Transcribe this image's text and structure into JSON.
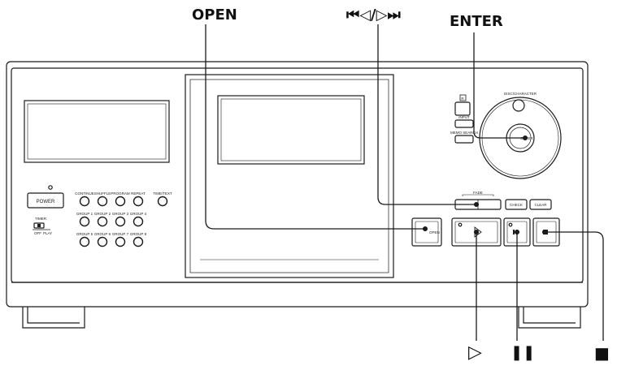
{
  "callouts": {
    "open": "OPEN",
    "skip": "⏮◁/▷⏭",
    "enter": "ENTER",
    "play": "▷",
    "pause": "❚❚",
    "stop": "■"
  },
  "panel": {
    "power": "POWER",
    "timer": "TIMER",
    "timer_off": "OFF",
    "timer_play": "PLAY",
    "mode_buttons": [
      "CONTINUE",
      "SHUFFLE",
      "PROGRAM",
      "REPEAT",
      "TIME/TEXT"
    ],
    "group_row1": [
      "GROUP 1",
      "GROUP 2",
      "GROUP 3",
      "GROUP 4"
    ],
    "group_row2": [
      "GROUP 5",
      "GROUP 6",
      "GROUP 7",
      "GROUP 8"
    ],
    "disc_character": "DISC/CHARACTER",
    "enter_button": "ENTER",
    "input": "INPUT",
    "memo_search": "MEMO SEARCH",
    "r_button": "R",
    "fade": "FADE",
    "check": "CHECK",
    "clear": "CLEAR",
    "open_button": "OPEN"
  },
  "colors": {
    "line": "#1a1a1a",
    "fill": "#ffffff",
    "shade": "#e6e6e6"
  }
}
